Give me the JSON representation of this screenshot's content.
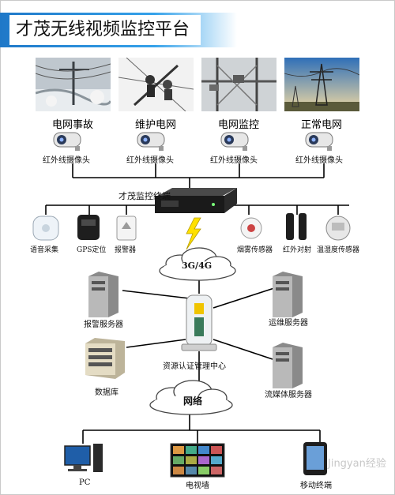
{
  "title": "才茂无线视频监控平台",
  "sites": [
    {
      "label": "电网事故",
      "camera": "红外线摄像头"
    },
    {
      "label": "维护电网",
      "camera": "红外线摄像头"
    },
    {
      "label": "电网监控",
      "camera": "红外线摄像头"
    },
    {
      "label": "正常电网",
      "camera": "红外线摄像头"
    }
  ],
  "terminal": "才茂监控终端",
  "sensors": {
    "voice": "语音采集",
    "gps": "GPS定位",
    "alarm": "报警器",
    "smoke": "烟雾传感器",
    "infrared": "红外对射",
    "humidity": "温湿度传感器"
  },
  "network_3g": "3G/4G",
  "servers": {
    "alarm": "报警服务器",
    "ops": "运维服务器",
    "database": "数据库",
    "auth": "资源认证管理中心",
    "media": "流媒体服务器"
  },
  "network": "网络",
  "clients": {
    "pc": "PC",
    "tv": "电视墙",
    "mobile": "移动终端"
  },
  "watermark": "Jingyan经验",
  "colors": {
    "banner": "#2b8fdc",
    "line": "#000000",
    "cloud": "#ffffff"
  }
}
